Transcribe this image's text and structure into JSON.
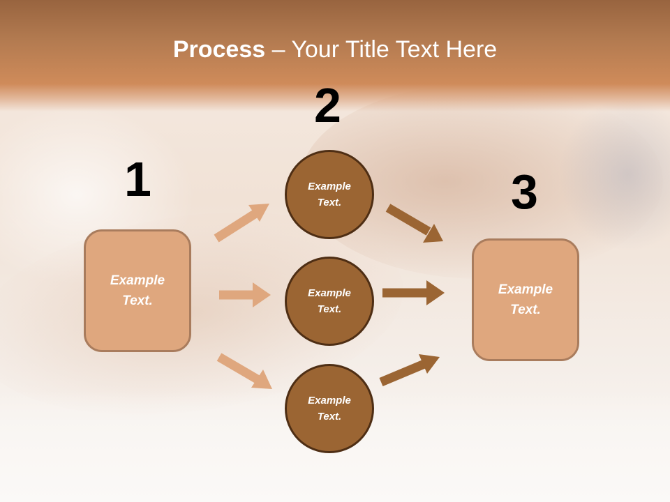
{
  "slide": {
    "title_bold": "Process",
    "title_rest": " – Your Title Text Here"
  },
  "steps": [
    {
      "number": "1",
      "box_text_line1": "Example",
      "box_text_line2": "Text."
    },
    {
      "number": "2",
      "items": [
        {
          "line1": "Example",
          "line2": "Text."
        },
        {
          "line1": "Example",
          "line2": "Text."
        },
        {
          "line1": "Example",
          "line2": "Text."
        }
      ]
    },
    {
      "number": "3",
      "box_text_line1": "Example",
      "box_text_line2": "Text."
    }
  ],
  "colors": {
    "header_top": "#98643f",
    "header_bottom": "#cf8b5a",
    "box_fill": "#dfa77e",
    "box_border": "#a97c5d",
    "circle_fill": "#9b6533",
    "circle_border": "#4e2e14",
    "arrow_light": "#dfa77e",
    "arrow_dark": "#9b6533"
  }
}
